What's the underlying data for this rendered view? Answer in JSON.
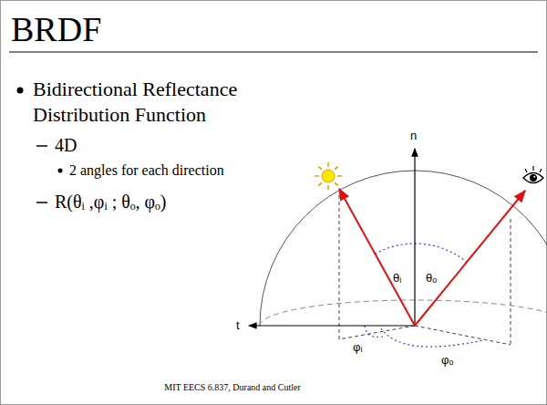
{
  "diagram": {
    "title": "BRDF",
    "caption": "MIT EECS 6.837, Durand and Cutler",
    "labels": [
      "Bidirectional Reflectance Distribution Function",
      "4D",
      "2 angles for each direction",
      "R(θᵢ ,φᵢ ; θₒ, φₒ)",
      "n",
      "θᵢ",
      "θₒ",
      "t",
      "φᵢ",
      "φₒ"
    ]
  }
}
